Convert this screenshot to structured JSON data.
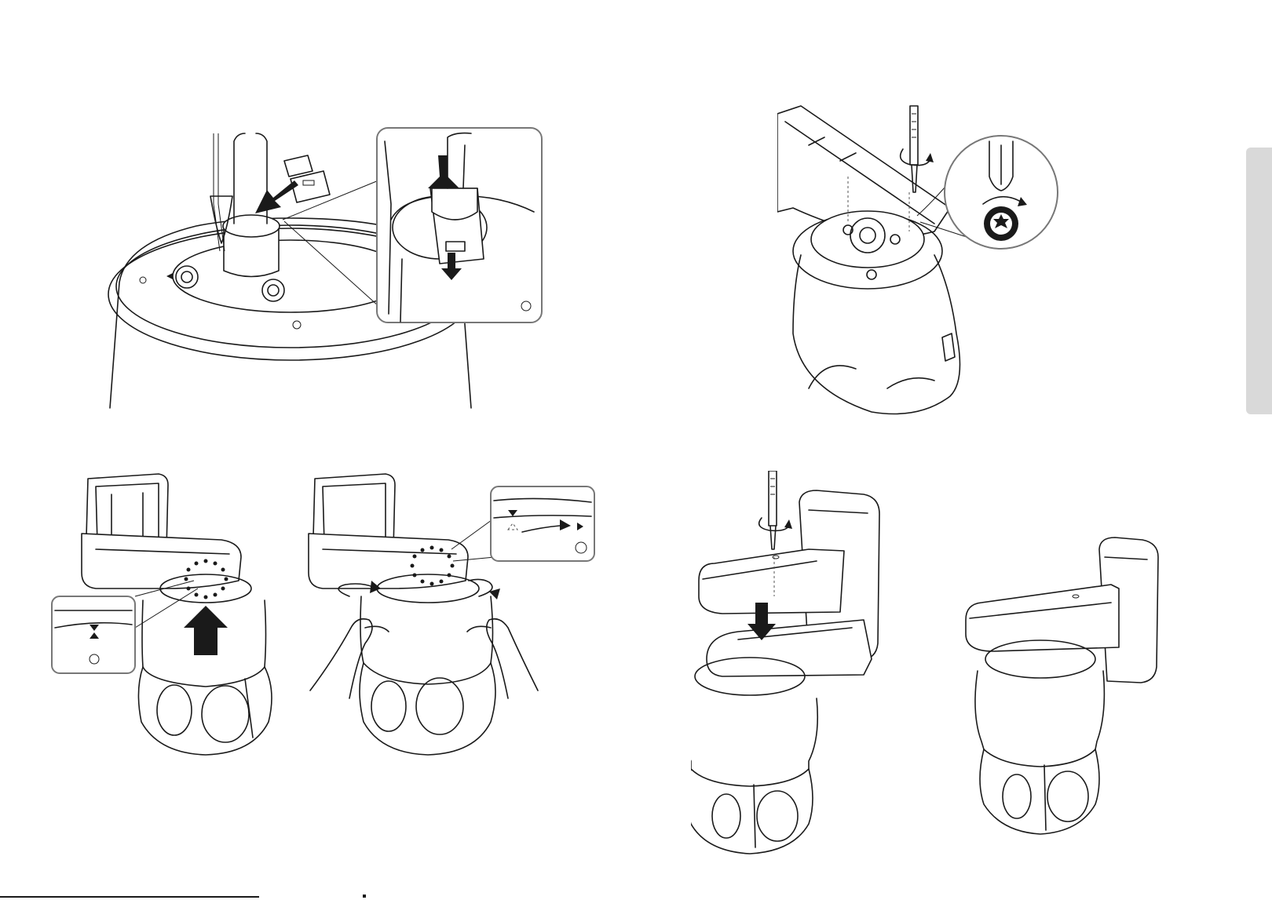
{
  "page": {
    "background": "#ffffff",
    "line_color": "#1a1a1a",
    "inset_frame_color": "#777777",
    "side_tab_color": "#d9d9d9"
  },
  "figures": [
    {
      "id": "fig-cable-clip",
      "icons": [
        "camera-housing-icon",
        "cable-clip-icon",
        "arrow-icon",
        "zoom-inset-icon"
      ]
    },
    {
      "id": "fig-screw-torx",
      "icons": [
        "wall-mount-arm-icon",
        "screwdriver-icon",
        "rotate-arrow-icon",
        "torx-bit-icon"
      ]
    },
    {
      "id": "fig-align-lift",
      "icons": [
        "camera-housing-icon",
        "alignment-mark-icon",
        "arrow-up-icon"
      ]
    },
    {
      "id": "fig-rotate-lock",
      "icons": [
        "camera-housing-icon",
        "hand-icon",
        "rotate-arrow-icon",
        "alignment-mark-icon"
      ]
    },
    {
      "id": "fig-mount-screw",
      "icons": [
        "wall-mount-icon",
        "screwdriver-icon",
        "arrow-down-icon"
      ]
    },
    {
      "id": "fig-assembled",
      "icons": [
        "wall-mount-icon",
        "camera-dome-icon"
      ]
    }
  ]
}
